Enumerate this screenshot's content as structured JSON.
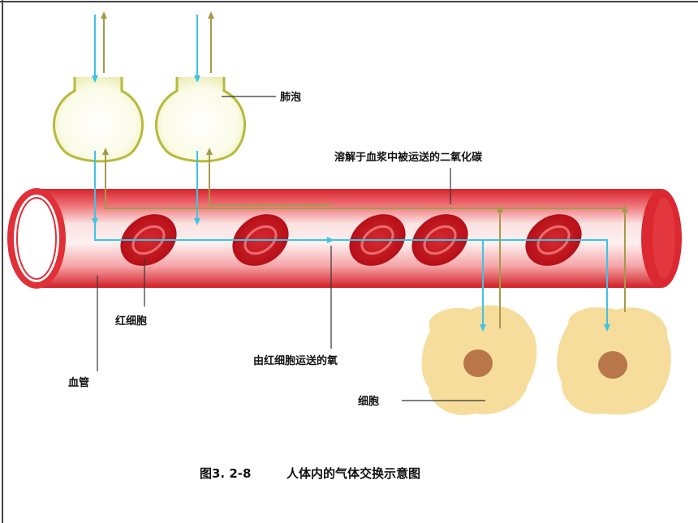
{
  "labels": {
    "alveolus": "肺泡",
    "co2_plasma": "溶解于血浆中被运送的二氧化碳",
    "red_blood_cell": "红细胞",
    "oxygen_by_rbc": "由红细胞运送的氧",
    "blood_vessel": "血管",
    "tissue_cell": "细胞"
  },
  "caption": {
    "figure_number": "图3. 2-8",
    "title": "人体内的气体交换示意图"
  },
  "colors": {
    "oxygen_arrow": "#3ec3e6",
    "co2_arrow": "#a59a4a",
    "vessel": "#e8323a",
    "rbc": "#c8141c",
    "alveolus_fill": "#f8f8da",
    "alveolus_stroke": "#b6ba3a",
    "cell_fill": "#f7dd9c",
    "nucleus": "#b9764a"
  }
}
